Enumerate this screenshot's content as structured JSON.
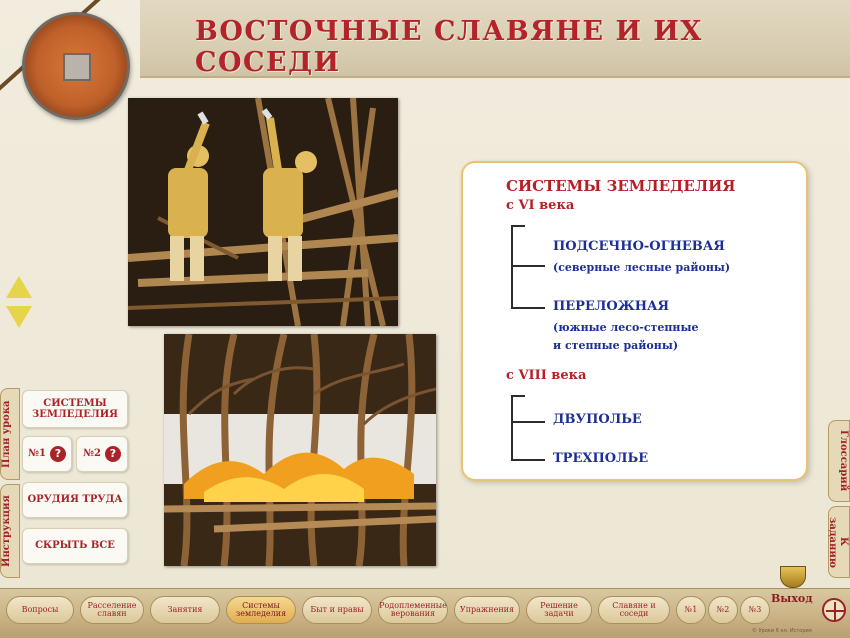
{
  "header": {
    "title": "ВОСТОЧНЫЕ СЛАВЯНЕ И ИХ СОСЕДИ"
  },
  "card": {
    "heading": "СИСТЕМЫ ЗЕМЛЕДЕЛИЯ",
    "period1": "с VI века",
    "item1_title": "ПОДСЕЧНО-ОГНЕВАЯ",
    "item1_note": "(северные лесные районы)",
    "item2_title": "ПЕРЕЛОЖНАЯ",
    "item2_note_1": "(южные лесо-степные",
    "item2_note_2": "и степные районы)",
    "period2": "с VIII века",
    "item3_title": "ДВУПОЛЬЕ",
    "item4_title": "ТРЕХПОЛЬЕ"
  },
  "left_tabs": {
    "plan": "План урока",
    "instructions": "Инструкция"
  },
  "side_buttons": {
    "systems": "СИСТЕМЫ ЗЕМЛЕДЕЛИЯ",
    "task1": "№1",
    "task2": "№2",
    "tools": "ОРУДИЯ ТРУДА",
    "hide_all": "СКРЫТЬ ВСЕ"
  },
  "right_tabs": {
    "glossary": "Глоссарий",
    "tasks": "К заданию"
  },
  "bottom_nav": [
    {
      "label": "Вопросы",
      "active": false
    },
    {
      "label": "Расселение славян",
      "active": false
    },
    {
      "label": "Занятия",
      "active": false
    },
    {
      "label": "Системы земледелия",
      "active": true
    },
    {
      "label": "Быт и нравы",
      "active": false
    },
    {
      "label": "Родоплеменные верования",
      "active": false
    },
    {
      "label": "Упражнения",
      "active": false
    },
    {
      "label": "Решение задачи",
      "active": false
    },
    {
      "label": "Славяне и соседи",
      "active": false
    },
    {
      "label": "№1",
      "active": false
    },
    {
      "label": "№2",
      "active": false
    },
    {
      "label": "№3",
      "active": false
    }
  ],
  "exit_label": "Выход",
  "footer_note": "© Уроки 6 кл. История",
  "colors": {
    "accent_red": "#b51f26",
    "text_blue": "#1d2f96",
    "card_border": "#e9c46c"
  }
}
